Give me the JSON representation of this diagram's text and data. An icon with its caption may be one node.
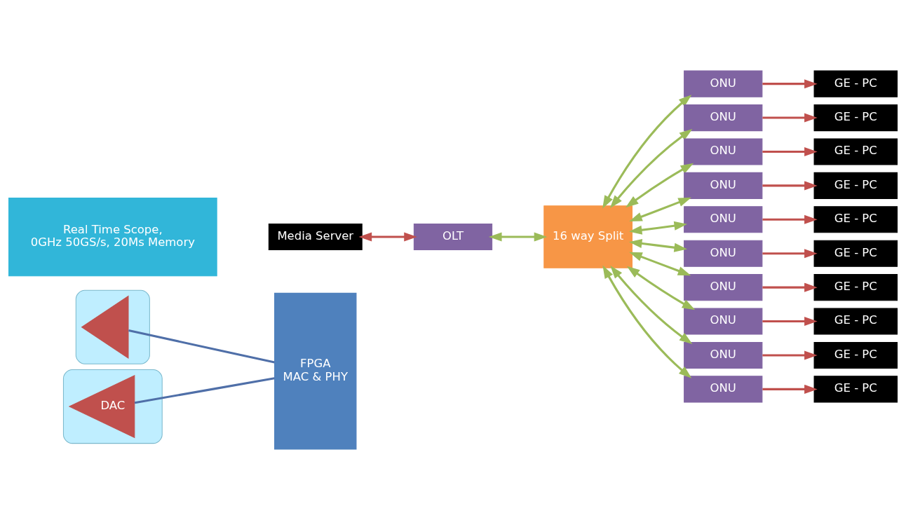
{
  "diagram": {
    "nodes": [
      {
        "text": [],
        "shape": "box"
      },
      {
        "text": [],
        "shape": "triangle",
        "in": 0
      },
      {
        "text": [
          "FPGA",
          "MAC & PHY"
        ]
      },
      {
        "text": [],
        "shape": "box"
      },
      {
        "text": [
          "DAC"
        ],
        "in": 3
      },
      {
        "text": [
          "Media Server"
        ]
      },
      {
        "text": [
          "OLT"
        ]
      },
      {
        "text": [
          "16 way Split"
        ]
      },
      {
        "text": [
          "ONU"
        ]
      },
      {
        "text": [
          "ONU"
        ]
      },
      {
        "text": [
          "ONU"
        ]
      },
      {
        "text": [
          "ONU"
        ]
      },
      {
        "text": [
          "ONU"
        ]
      },
      {
        "text": [
          "ONU"
        ]
      },
      {
        "text": [
          "ONU"
        ]
      },
      {
        "text": [
          "ONU"
        ]
      },
      {
        "text": [
          "ONU"
        ]
      },
      {
        "text": [
          "ONU"
        ]
      },
      {
        "text": [
          "GE - PC"
        ]
      },
      {
        "text": [
          "GE - PC"
        ]
      },
      {
        "text": [
          "GE - PC"
        ]
      },
      {
        "text": [
          "GE - PC"
        ]
      },
      {
        "text": [
          "GE - PC"
        ]
      },
      {
        "text": [
          "GE - PC"
        ]
      },
      {
        "text": [
          "GE - PC"
        ]
      },
      {
        "text": [
          "GE - PC"
        ]
      },
      {
        "text": [
          "GE - PC"
        ]
      },
      {
        "text": [
          "GE - PC"
        ]
      },
      {
        "text": [
          "Real Time Scope,",
          "0GHz 50GS/s, 20Ms Memory"
        ]
      }
    ],
    "edges": [
      {
        "from": 1,
        "to": 2,
        "arrow": "none",
        "color": "#4f6fa8"
      },
      {
        "from": 4,
        "to": 2,
        "arrow": "none",
        "color": "#4f6fa8"
      },
      {
        "from": 5,
        "to": 6,
        "arrow": "both",
        "color": "#c0504d"
      },
      {
        "from": 6,
        "to": 7,
        "arrow": "both",
        "color": "#9bbb59"
      },
      {
        "from": 7,
        "to": 8,
        "arrow": "both",
        "color": "#9bbb59"
      },
      {
        "from": 7,
        "to": 9,
        "arrow": "both",
        "color": "#9bbb59"
      },
      {
        "from": 7,
        "to": 10,
        "arrow": "both",
        "color": "#9bbb59"
      },
      {
        "from": 7,
        "to": 11,
        "arrow": "both",
        "color": "#9bbb59"
      },
      {
        "from": 7,
        "to": 12,
        "arrow": "both",
        "color": "#9bbb59"
      },
      {
        "from": 7,
        "to": 13,
        "arrow": "both",
        "color": "#9bbb59"
      },
      {
        "from": 7,
        "to": 14,
        "arrow": "both",
        "color": "#9bbb59"
      },
      {
        "from": 7,
        "to": 15,
        "arrow": "both",
        "color": "#9bbb59"
      },
      {
        "from": 7,
        "to": 16,
        "arrow": "both",
        "color": "#9bbb59"
      },
      {
        "from": 7,
        "to": 17,
        "arrow": "both",
        "color": "#9bbb59"
      },
      {
        "from": 8,
        "to": 18,
        "arrow": "to",
        "color": "#c0504d"
      },
      {
        "from": 9,
        "to": 19,
        "arrow": "to",
        "color": "#c0504d"
      },
      {
        "from": 10,
        "to": 20,
        "arrow": "to",
        "color": "#c0504d"
      },
      {
        "from": 11,
        "to": 21,
        "arrow": "to",
        "color": "#c0504d"
      },
      {
        "from": 12,
        "to": 22,
        "arrow": "to",
        "color": "#c0504d"
      },
      {
        "from": 13,
        "to": 23,
        "arrow": "to",
        "color": "#c0504d"
      },
      {
        "from": 14,
        "to": 24,
        "arrow": "to",
        "color": "#c0504d"
      },
      {
        "from": 15,
        "to": 25,
        "arrow": "to",
        "color": "#c0504d"
      },
      {
        "from": 16,
        "to": 26,
        "arrow": "to",
        "color": "#c0504d"
      },
      {
        "from": 17,
        "to": 27,
        "arrow": "to",
        "color": "#c0504d"
      }
    ]
  }
}
